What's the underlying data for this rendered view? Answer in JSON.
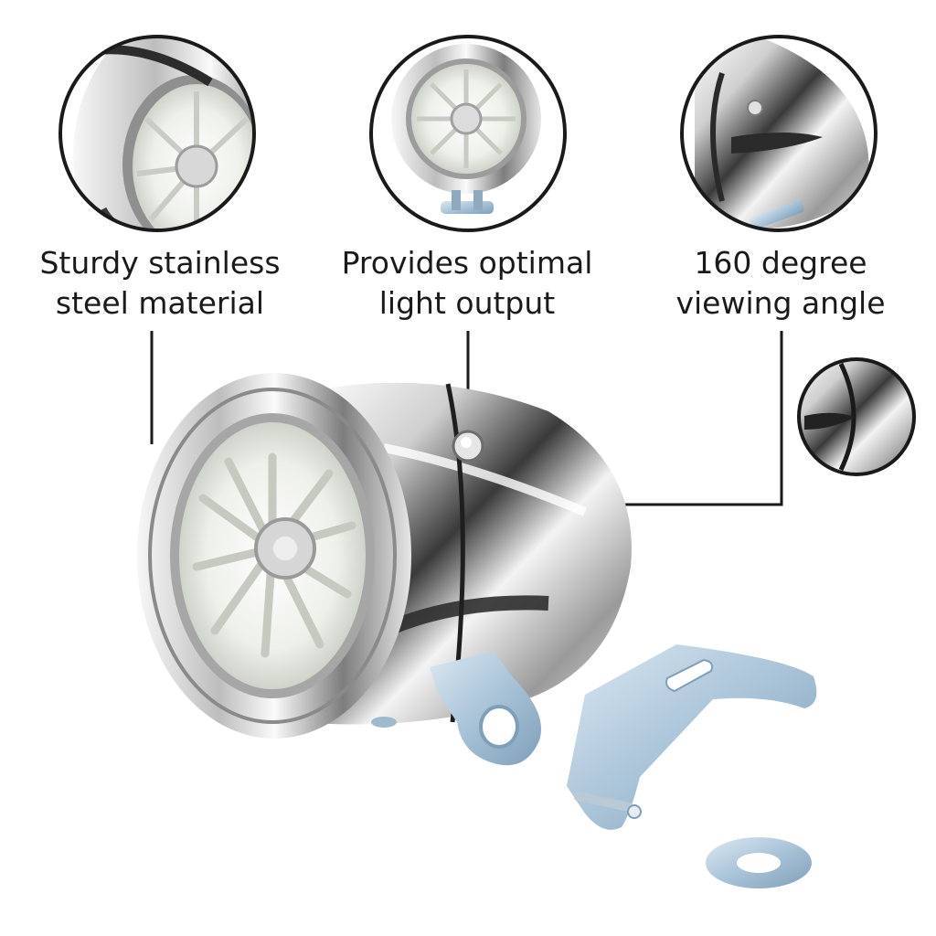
{
  "features": [
    {
      "line1": "Sturdy stainless",
      "line2": "steel material"
    },
    {
      "line1": "Provides optimal",
      "line2": "light output"
    },
    {
      "line1": "160 degree",
      "line2": "viewing angle"
    }
  ],
  "colors": {
    "chrome_dark": "#2b2b2b",
    "chrome_light": "#f4f4f4",
    "bracket_blue": "#a9c3d8",
    "led_white": "#f2f4ef",
    "callout_line": "#1a1a1a"
  }
}
